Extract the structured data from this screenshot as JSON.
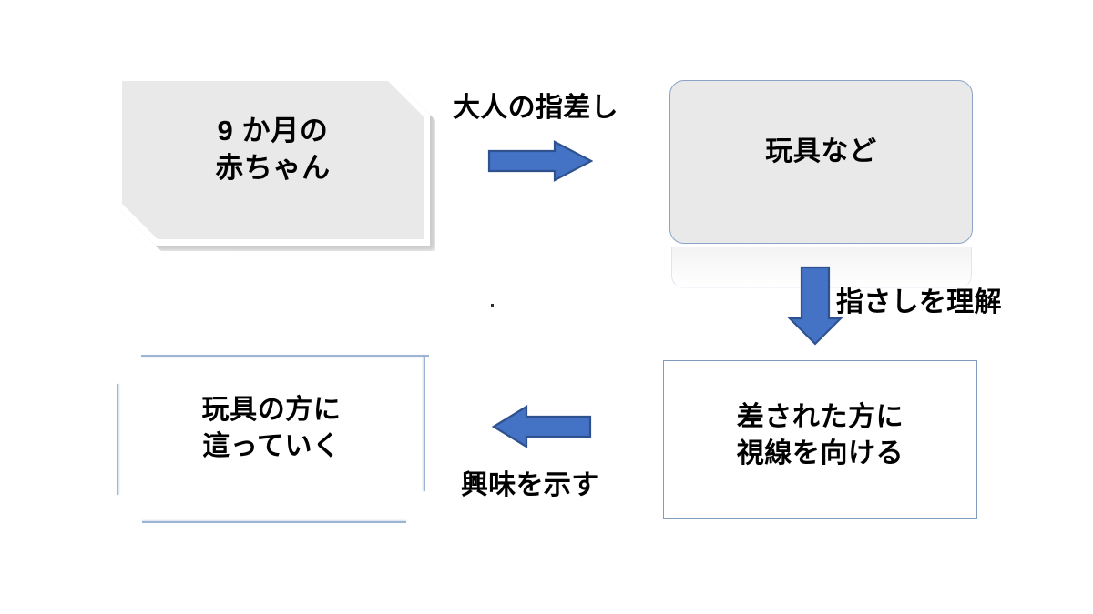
{
  "diagram": {
    "title_text": "",
    "background_color": "#ffffff",
    "accent_color": "#4472C4",
    "arrow_outline_color": "#2F528F",
    "box_fill_gray": "#e9e9e9",
    "box_border_blue": "#7f9cbf",
    "nodes": [
      {
        "id": "baby",
        "label": "9 か月の\n赤ちゃん",
        "shape": "cut-corner-rectangle",
        "fill": "#e9e9e9"
      },
      {
        "id": "toy",
        "label": "玩具など",
        "shape": "rounded-rectangle",
        "fill": "#e9e9e9"
      },
      {
        "id": "gaze",
        "label": "差された方に\n視線を向ける",
        "shape": "rectangle",
        "fill": "#ffffff"
      },
      {
        "id": "crawl",
        "label": "玩具の方に\n這っていく",
        "shape": "rectangle-open-corners",
        "fill": "#ffffff"
      }
    ],
    "edges": [
      {
        "id": "baby-to-toy",
        "label": "大人の指差し",
        "direction": "right",
        "color": "#4472C4"
      },
      {
        "id": "toy-to-gaze",
        "label": "指さしを理解",
        "direction": "down",
        "color": "#4472C4"
      },
      {
        "id": "gaze-to-crawl",
        "label": "興味を示す",
        "direction": "left",
        "color": "#4472C4"
      }
    ]
  }
}
